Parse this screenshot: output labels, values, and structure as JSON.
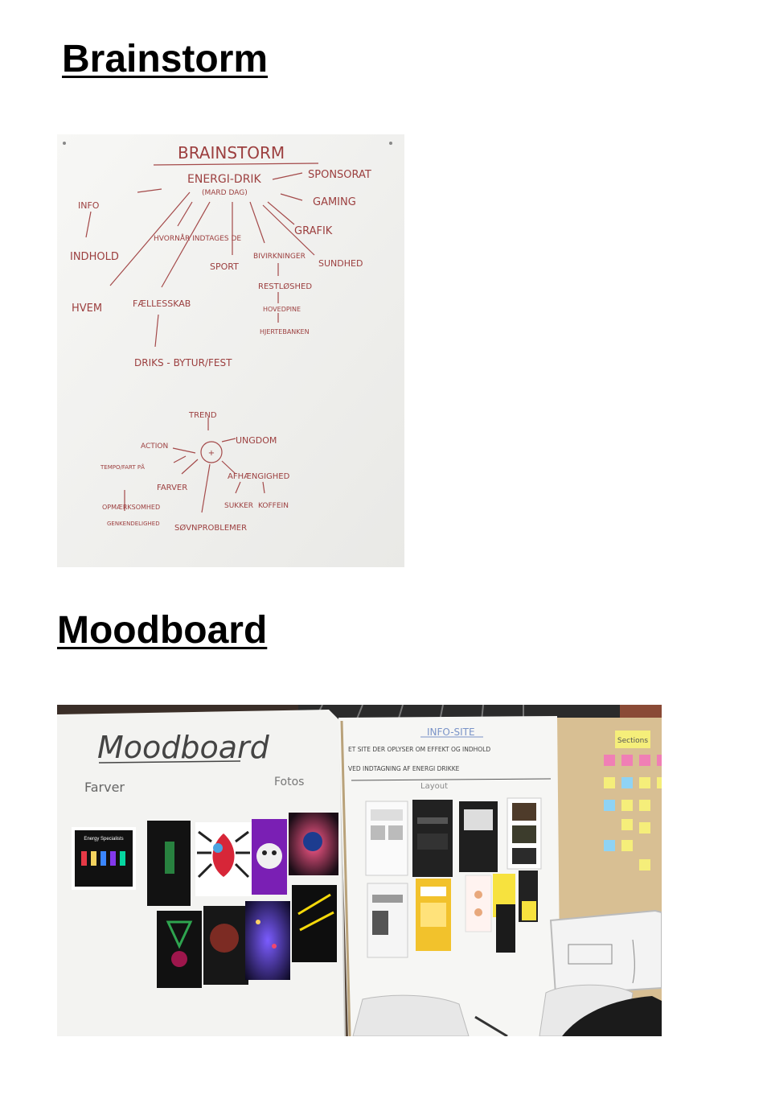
{
  "sections": [
    {
      "heading": "Brainstorm",
      "photo": {
        "subject": "brainstorm flipchart",
        "board_title": "BRAINSTORM",
        "center_node": "ENERGI-DRIK",
        "center_sub": "(MARD DAG)",
        "nodes": [
          "SPONSORAT",
          "GAMING",
          "GRAFIK",
          "SUNDHED",
          "INFO",
          "INDHOLD",
          "HVORNÅR INDTAGES DE",
          "SPORT",
          "BIVIRKNINGER",
          "RESTLØSHED",
          "HOVEDPINE",
          "HJERTEBANKEN",
          "HVEM",
          "FÆLLESSKAB",
          "DRIKS - BYTUR/FEST"
        ],
        "second_map": {
          "nodes": [
            "TREND",
            "UNGDOM",
            "ACTION",
            "TEMPO/FART PÅ",
            "FARVER",
            "AFHÆNGIGHED",
            "SUKKER",
            "KOFFEIN",
            "OPMÆRKSOMHED",
            "GENKENDELIGHED",
            "SØVNPROBLEMER"
          ]
        }
      }
    },
    {
      "heading": "Moodboard",
      "photo": {
        "subject": "moodboard wall",
        "board_title": "Moodboard",
        "label_farver": "Farver",
        "label_fotos": "Fotos",
        "poster_text": "Energy Specialists",
        "info_title": "INFO-SITE",
        "info_line1": "ET SITE DER OPLYSER OM EFFEKT OG INDHOLD",
        "info_line2": "VED INDTAGNING AF ENERGI DRIKKE",
        "layout_label": "Layout",
        "sticky_title": "Sections"
      }
    }
  ],
  "colors": {
    "heading": "#000000",
    "marker_red": "#9c3f3f",
    "sticky_pink": "#f07fb5",
    "sticky_yellow": "#f5ee7a",
    "accent_yellow": "#f2c22c"
  }
}
